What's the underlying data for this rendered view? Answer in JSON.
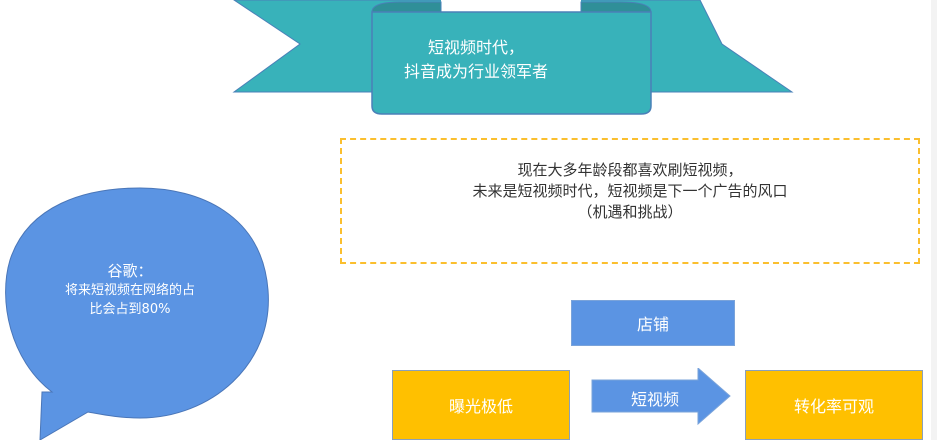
{
  "ribbon": {
    "line1": "短视频时代，",
    "line2": "抖音成为行业领军者",
    "color": "#38b2ba"
  },
  "info_box": {
    "line1": "现在大多年龄段都喜欢刷短视频，",
    "line2": "未来是短视频时代，短视频是下一个广告的风口",
    "line3": "（机遇和挑战）",
    "border_color": "#fbbf2e"
  },
  "speech_bubble": {
    "title": "谷歌：",
    "line1": "将来短视频在网络的占",
    "line2": "比会占到80%",
    "color": "#5b94e3"
  },
  "flow": {
    "store_label": "店铺",
    "arrow_label": "短视频",
    "from_label": "曝光极低",
    "to_label": "转化率可观",
    "blue": "#5b94e3",
    "yellow": "#ffc000"
  }
}
